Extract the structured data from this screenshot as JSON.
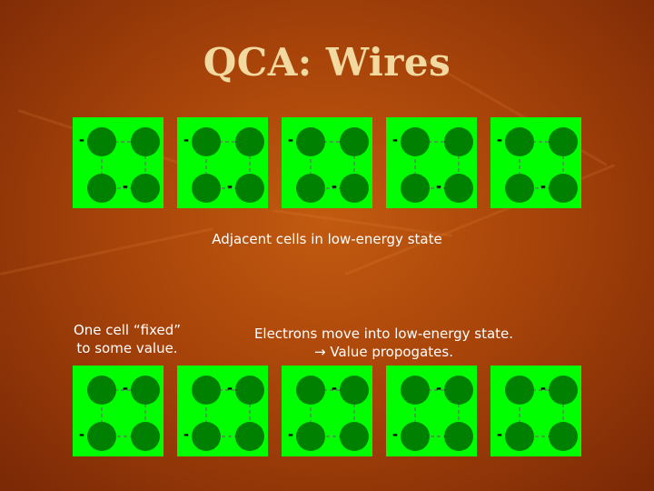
{
  "slide": {
    "title": "QCA: Wires",
    "caption_adjacent": "Adjacent cells in low-energy state",
    "caption_fixed_line1": "One cell “fixed”",
    "caption_fixed_line2": "to some value.",
    "caption_move_line1": "Electrons move into low-energy state.",
    "caption_move_line2": "→ Value propogates."
  },
  "colors": {
    "cell": "#00ff00",
    "dot": "#008000",
    "title": "#f2d9a0",
    "caption": "#ffffff"
  },
  "wires": [
    {
      "name": "top-wire",
      "cells": [
        {
          "tl": "-",
          "tr": "",
          "bl": "",
          "br": "-"
        },
        {
          "tl": "-",
          "tr": "",
          "bl": "",
          "br": "-"
        },
        {
          "tl": "-",
          "tr": "",
          "bl": "",
          "br": "-"
        },
        {
          "tl": "-",
          "tr": "",
          "bl": "",
          "br": "-"
        },
        {
          "tl": "-",
          "tr": "",
          "bl": "",
          "br": "-"
        }
      ]
    },
    {
      "name": "bottom-wire",
      "cells": [
        {
          "tl": "",
          "tr": "-",
          "bl": "-",
          "br": ""
        },
        {
          "tl": "",
          "tr": "-",
          "bl": "-",
          "br": ""
        },
        {
          "tl": "",
          "tr": "-",
          "bl": "-",
          "br": ""
        },
        {
          "tl": "",
          "tr": "-",
          "bl": "-",
          "br": ""
        },
        {
          "tl": "",
          "tr": "-",
          "bl": "-",
          "br": ""
        }
      ]
    }
  ]
}
